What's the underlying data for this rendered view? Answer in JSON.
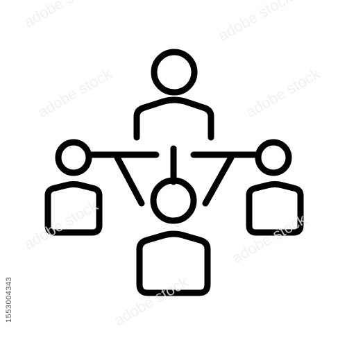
{
  "image": {
    "stock_id": "1553004343",
    "watermark_text": "adobe stock",
    "icon_name": "team-network-icon",
    "stroke_color": "#000000",
    "background_color": "#ffffff"
  },
  "people": [
    {
      "name": "top-person"
    },
    {
      "name": "left-person"
    },
    {
      "name": "right-person"
    },
    {
      "name": "center-person"
    }
  ]
}
